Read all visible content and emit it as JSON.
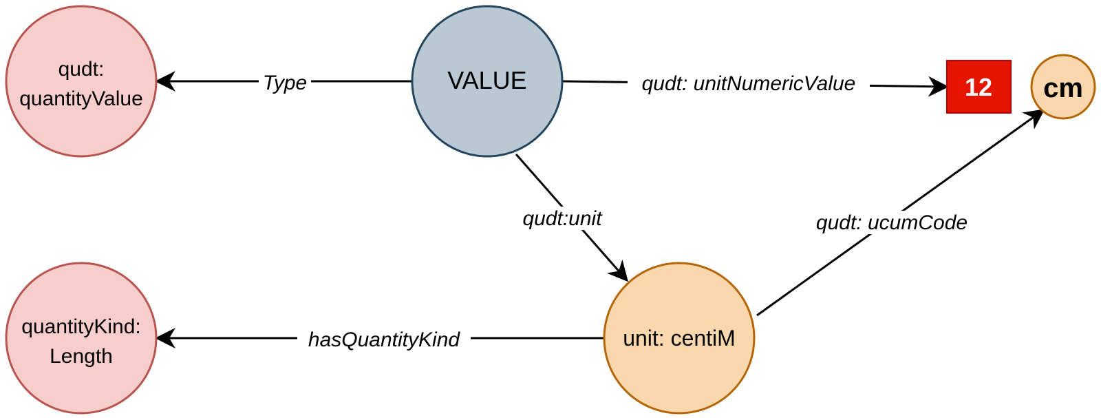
{
  "nodes": {
    "quantity_value": {
      "line1": "qudt:",
      "line2": "quantityValue",
      "fill": "#f8cecc",
      "stroke": "#b85450"
    },
    "value": {
      "label": "VALUE",
      "fill": "#bac8d3",
      "stroke": "#23445d"
    },
    "numeric": {
      "label": "12",
      "fill": "#e51400",
      "stroke": "#b20000"
    },
    "cm": {
      "label": "cm",
      "fill": "#fad7ac",
      "stroke": "#b46504"
    },
    "centimeter": {
      "label": "unit: centiM",
      "fill": "#fad7ac",
      "stroke": "#b46504"
    },
    "length": {
      "line1": "quantityKind:",
      "line2": "Length",
      "fill": "#f8cecc",
      "stroke": "#b85450"
    }
  },
  "edges": {
    "type": {
      "label": "Type"
    },
    "unit_numeric_value": {
      "label": "qudt: unitNumericValue"
    },
    "unit": {
      "label": "qudt:unit"
    },
    "ucum_code": {
      "label": "qudt: ucumCode"
    },
    "has_quantity_kind": {
      "label": "hasQuantityKind"
    }
  }
}
